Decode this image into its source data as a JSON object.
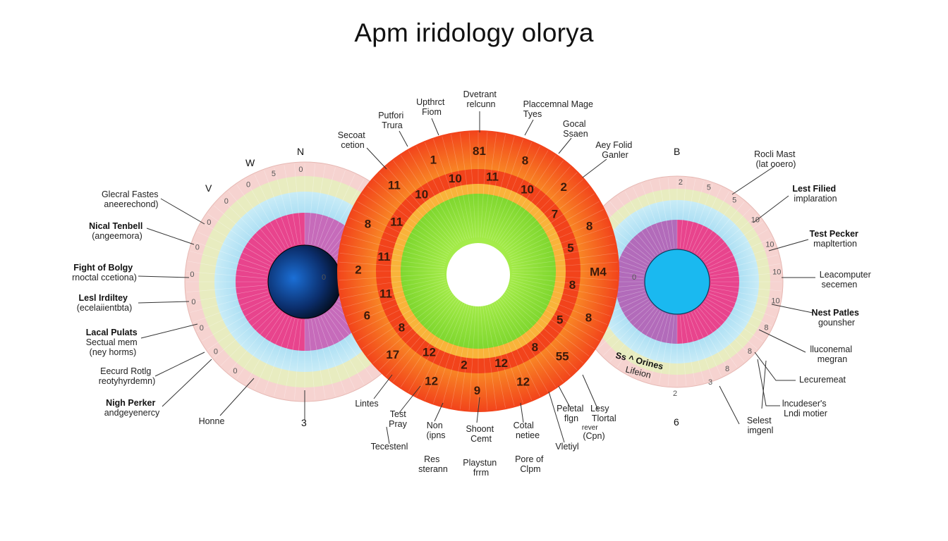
{
  "title": "Apm iridology olorya",
  "colors": {
    "outer_pink": "#f6d3d0",
    "light_band": "#e8ecc0",
    "sky": "#a6dcf3",
    "magenta": "#e8448d",
    "dark_pupil": "#0b2d6a",
    "bright_pupil": "#1ab9f0",
    "orange": "#f8761e",
    "red_orange": "#f2431b",
    "yellow_orange": "#f9b33a",
    "green": "#8fe23a"
  },
  "compass": {
    "left_n": "N",
    "left_w": "W",
    "left_v": "V",
    "right_b": "B"
  },
  "left_labels": [
    {
      "line1": "Glecral Fastes",
      "line2": "aneerechond)"
    },
    {
      "line1": "Nical Tenbell",
      "line2": "(angeemora)"
    },
    {
      "line1": "Fight of Bolgy",
      "line2": "rnoctal ccetiona)"
    },
    {
      "line1": "Lesl Irdiltey",
      "line2": "(ecelaiientbta)"
    },
    {
      "line1": "Lacal Pulats",
      "line2": "Sectual mem",
      "line3": "(ney horms)"
    },
    {
      "line1": "Eecurd Rotlg",
      "line2": "reotyhyrdemn)"
    },
    {
      "line1": "Nigh Perker",
      "line2": "andgeyenercy"
    }
  ],
  "left_bottom": {
    "home": "Honne",
    "number": "3"
  },
  "top_labels": [
    {
      "line1": "Secoat",
      "line2": "cetion"
    },
    {
      "line1": "Putfori",
      "line2": "Trura"
    },
    {
      "line1": "Upthrct",
      "line2": "Fiom"
    },
    {
      "line1": "Dvetrant",
      "line2": "relcunn"
    },
    {
      "line1": "Placcemnal Mage",
      "line2": "Tyes"
    },
    {
      "line1": "Gocal",
      "line2": "Ssaen"
    },
    {
      "line1": "Aey Folid",
      "line2": "Ganler"
    }
  ],
  "right_labels": [
    {
      "line1": "Rocli Mast",
      "line2": "(lat ooero)"
    },
    {
      "line1": "Lest Filied",
      "line2": "implaration"
    },
    {
      "line1": "Test Pecker",
      "line2": "mapltertion"
    },
    {
      "line1": "Leacomputer",
      "line2": "secemen"
    },
    {
      "line1": "Nest Patles",
      "line2": "gounsher"
    },
    {
      "line1": "lluconemal",
      "line2": "megran"
    },
    {
      "line1": "Lecuremeat",
      "line2": ""
    },
    {
      "line1": "lncudeser's",
      "line2": "Lndi motier"
    },
    {
      "line1": "Selest",
      "line2": "imgenl"
    }
  ],
  "right_bottom": {
    "number6": "6",
    "number2": "2",
    "number3": "3",
    "onines": "Ss ^ Orines",
    "lifeion": "Lifeion"
  },
  "bottom_labels": [
    {
      "line1": "Lintes"
    },
    {
      "line1": "Test",
      "line2": "Pray"
    },
    {
      "line1": "Tecestenl"
    },
    {
      "line1": "Non",
      "line2": "(ipns"
    },
    {
      "line1": "Res",
      "line2": "sterann"
    },
    {
      "line1": "Shoont",
      "line2": "Cemt"
    },
    {
      "line1": "Playstun",
      "line2": "frrm"
    },
    {
      "line1": "Cotal",
      "line2": "netiee"
    },
    {
      "line1": "Pore of",
      "line2": "Clpm"
    },
    {
      "line1": "Peletal",
      "line2": "flgn"
    },
    {
      "line1": "Vletiyl"
    },
    {
      "line1": "Lesy",
      "line2": "Tlortal",
      "line3": "rever",
      "line4": "(Cpn)"
    }
  ],
  "ring_numbers": {
    "outer": [
      "1",
      "81",
      "8",
      "2",
      "8",
      "M4",
      "8",
      "55",
      "12",
      "9",
      "12",
      "17",
      "6",
      "2",
      "8",
      "11"
    ],
    "inner": [
      "10",
      "11",
      "10",
      "7",
      "5",
      "8",
      "5",
      "8",
      "12",
      "2",
      "12",
      "8",
      "11",
      "11",
      "11",
      "10"
    ]
  },
  "left_scale": [
    "0",
    "5",
    "0",
    "0",
    "0",
    "0",
    "0",
    "0",
    "0",
    "0",
    "0"
  ],
  "right_scale": [
    "2",
    "5",
    "5",
    "10",
    "10",
    "10",
    "10",
    "8",
    "8",
    "8"
  ],
  "center_marks": {
    "left_pupil": "0",
    "right_pupil": "0"
  }
}
